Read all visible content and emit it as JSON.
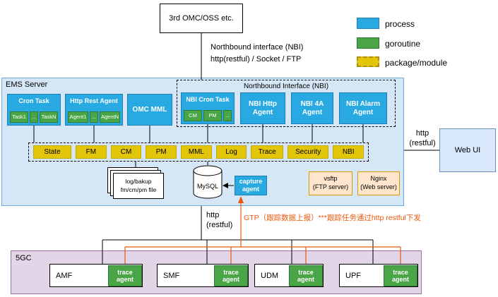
{
  "colors": {
    "process_fill": "#29a9e1",
    "goroutine_fill": "#4aa546",
    "package_fill": "#e3c50a",
    "note_orange": "#e8590c",
    "ems_fill": "#d5e7f7",
    "core_fill": "#e1d5e7",
    "server_fill": "#ffe6cc",
    "webui_fill": "#dae8fc"
  },
  "legend": {
    "process": "process",
    "goroutine": "goroutine",
    "package": "package/module"
  },
  "external": {
    "omc": "3rd OMC/OSS etc.",
    "web_ui": "Web UI"
  },
  "labels": {
    "nbi_interface_line1": "Northbound interface (NBI)",
    "nbi_interface_line2": "http(restful) / Socket / FTP",
    "http_right_line1": "http",
    "http_right_line2": "(restful)",
    "http_bottom_line1": "http",
    "http_bottom_line2": "(restful)",
    "gtp_note": "GTP（跟踪数据上报）***跟踪任务通过http restful下发"
  },
  "ems": {
    "title": "EMS Server",
    "cron_task": {
      "label": "Cron Task",
      "children": [
        "Task1",
        "...",
        "TaskN"
      ]
    },
    "http_rest_agent": {
      "label": "Http Rest Agent",
      "children": [
        "Agent1",
        "...",
        "AgentN"
      ]
    },
    "omc_mml": {
      "label": "OMC MML"
    },
    "nbi": {
      "title": "Northbound Interface (NBI)",
      "cron_task": {
        "label": "NBI Cron Task",
        "children": [
          "CM",
          "PM",
          "..."
        ]
      },
      "http_agent": "NBI Http Agent",
      "four_a_agent": "NBI 4A Agent",
      "alarm_agent": "NBI Alarm Agent"
    },
    "modules": [
      "State",
      "FM",
      "CM",
      "PM",
      "MML",
      "Log",
      "Trace",
      "Security",
      "NBI"
    ],
    "files": {
      "line1": "log/bakup",
      "line2": "fm/cm/pm file"
    },
    "db": "MySQL",
    "capture_agent": "capture agent",
    "vsftp": {
      "line1": "vsftp",
      "line2": "(FTP server)"
    },
    "nginx": {
      "line1": "Nginx",
      "line2": "(Web server)"
    }
  },
  "core": {
    "title": "5GC",
    "trace_agent": "trace agent",
    "nfs": [
      {
        "name": "AMF"
      },
      {
        "name": "SMF"
      },
      {
        "name": "UDM"
      },
      {
        "name": "UPF"
      }
    ]
  }
}
